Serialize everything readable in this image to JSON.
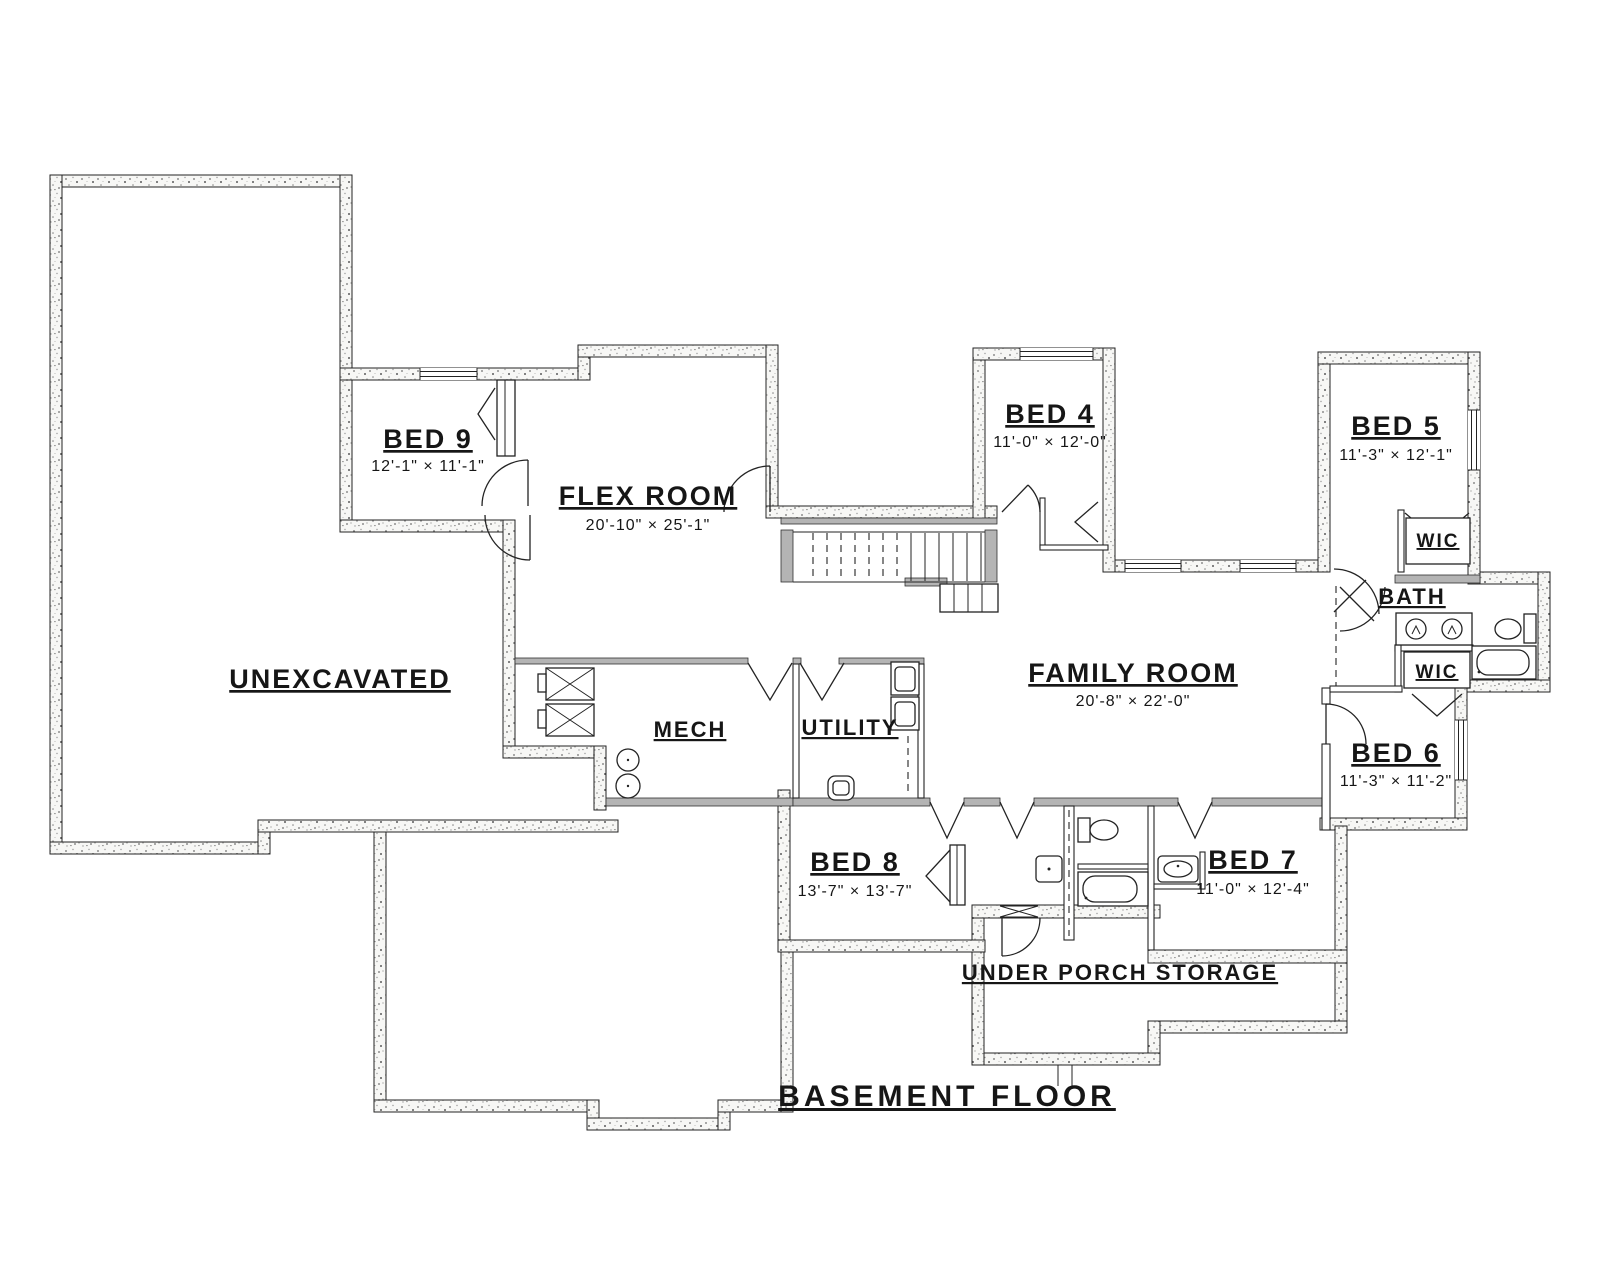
{
  "title": {
    "text": "BASEMENT FLOOR"
  },
  "rooms": {
    "unexcavated": {
      "name": "UNEXCAVATED"
    },
    "bed9": {
      "name": "BED 9",
      "dims": "12'-1\" × 11'-1\""
    },
    "flex": {
      "name": "FLEX ROOM",
      "dims": "20'-10\" × 25'-1\""
    },
    "bed4": {
      "name": "BED 4",
      "dims": "11'-0\" × 12'-0\""
    },
    "bed5": {
      "name": "BED 5",
      "dims": "11'-3\" × 12'-1\""
    },
    "family": {
      "name": "FAMILY ROOM",
      "dims": "20'-8\" × 22'-0\""
    },
    "mech": {
      "name": "MECH"
    },
    "utility": {
      "name": "UTILITY"
    },
    "wic_bed5": {
      "name": "WIC"
    },
    "bath": {
      "name": "BATH"
    },
    "wic_bed6": {
      "name": "WIC"
    },
    "bed6": {
      "name": "BED 6",
      "dims": "11'-3\" × 11'-2\""
    },
    "bed8": {
      "name": "BED 8",
      "dims": "13'-7\" × 13'-7\""
    },
    "bed7": {
      "name": "BED 7",
      "dims": "11'-0\" × 12'-4\""
    },
    "storage": {
      "name": "UNDER PORCH STORAGE"
    }
  },
  "colors": {
    "paper": "#ffffff",
    "ink": "#161616",
    "gray_wall": "#b4b4b4"
  }
}
